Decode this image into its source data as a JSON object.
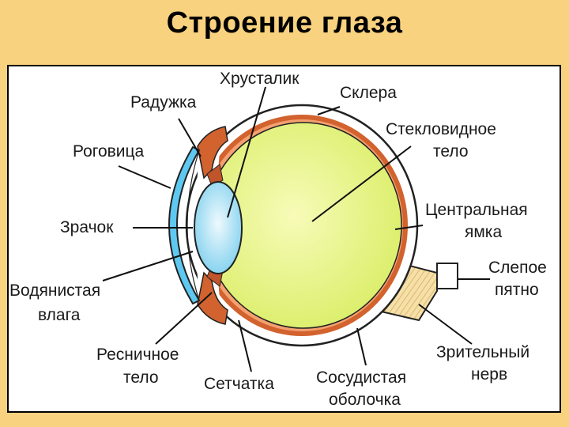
{
  "title": "Строение глаза",
  "labels": {
    "lens": "Хрусталик",
    "iris": "Радужка",
    "sclera": "Склера",
    "vitreous_1": "Стекловидное",
    "vitreous_2": "тело",
    "cornea": "Роговица",
    "fovea_1": "Центральная",
    "fovea_2": "ямка",
    "pupil": "Зрачок",
    "blind_spot_1": "Слепое",
    "blind_spot_2": "пятно",
    "aqueous_1": "Водянистая",
    "aqueous_2": "влага",
    "ciliary_1": "Ресничное",
    "ciliary_2": "тело",
    "retina": "Сетчатка",
    "choroid_1": "Сосудистая",
    "choroid_2": "оболочка",
    "optic_nerve_1": "Зрительный",
    "optic_nerve_2": "нерв"
  },
  "colors": {
    "background": "#f9d27f",
    "vitreous": "#dff07a",
    "cornea": "#5ec8f0",
    "lens": "#b8e6f5",
    "choroid": "#d2622e",
    "nerve": "#f5dca0"
  }
}
